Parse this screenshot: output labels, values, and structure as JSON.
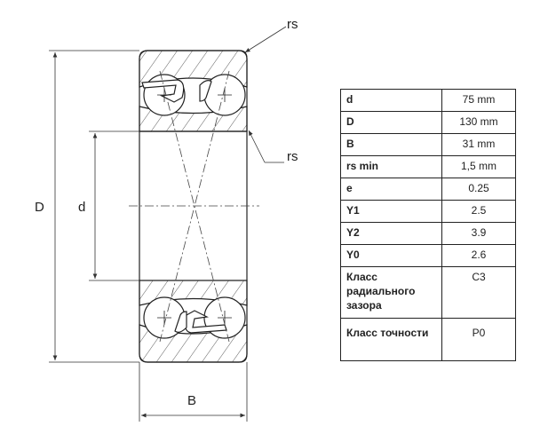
{
  "drawing": {
    "labels": {
      "D": "D",
      "d": "d",
      "B": "B",
      "rs_top": "rs",
      "rs_side": "rs"
    }
  },
  "spec_table": {
    "rows": [
      {
        "key": "d",
        "value": "75 mm"
      },
      {
        "key": "D",
        "value": "130 mm"
      },
      {
        "key": "B",
        "value": "31 mm"
      },
      {
        "key": "rs min",
        "value": "1,5 mm"
      },
      {
        "key": "e",
        "value": "0.25"
      },
      {
        "key": "Y1",
        "value": "2.5"
      },
      {
        "key": "Y2",
        "value": "3.9"
      },
      {
        "key": "Y0",
        "value": "2.6"
      },
      {
        "key": "Класс радиального зазора",
        "value": "C3"
      },
      {
        "key": "Класс точности",
        "value": "P0"
      }
    ]
  }
}
